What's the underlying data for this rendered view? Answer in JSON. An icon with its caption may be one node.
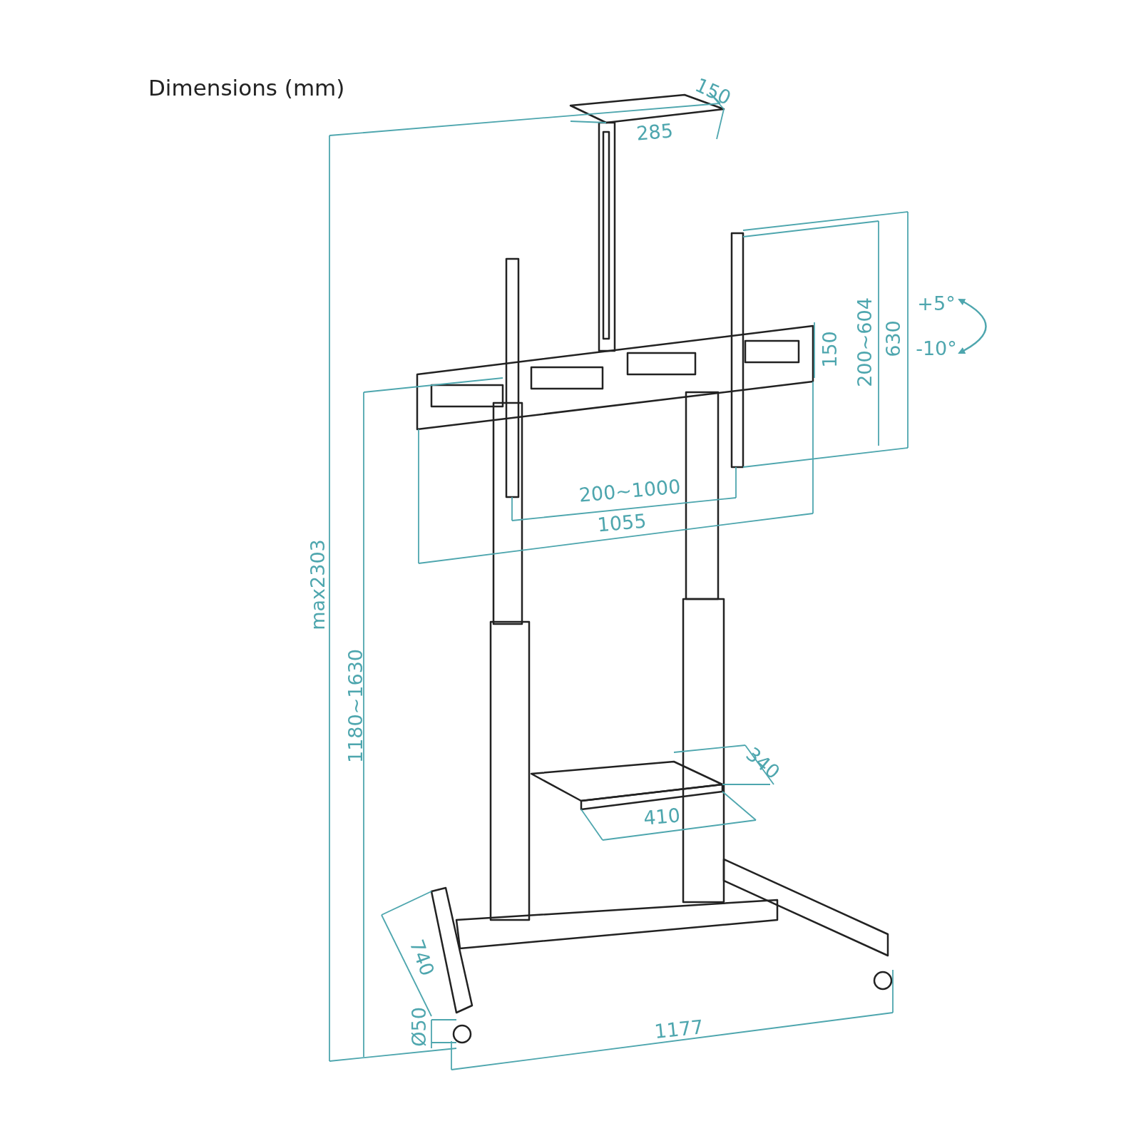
{
  "diagram": {
    "title": "Dimensions (mm)",
    "labels": [
      "150",
      "285",
      "max2303",
      "150",
      "200~604",
      "630",
      "+5°",
      "-10°",
      "200~1000",
      "1055",
      "1180~1630",
      "340",
      "410",
      "740",
      "Ø50",
      "1177"
    ]
  }
}
